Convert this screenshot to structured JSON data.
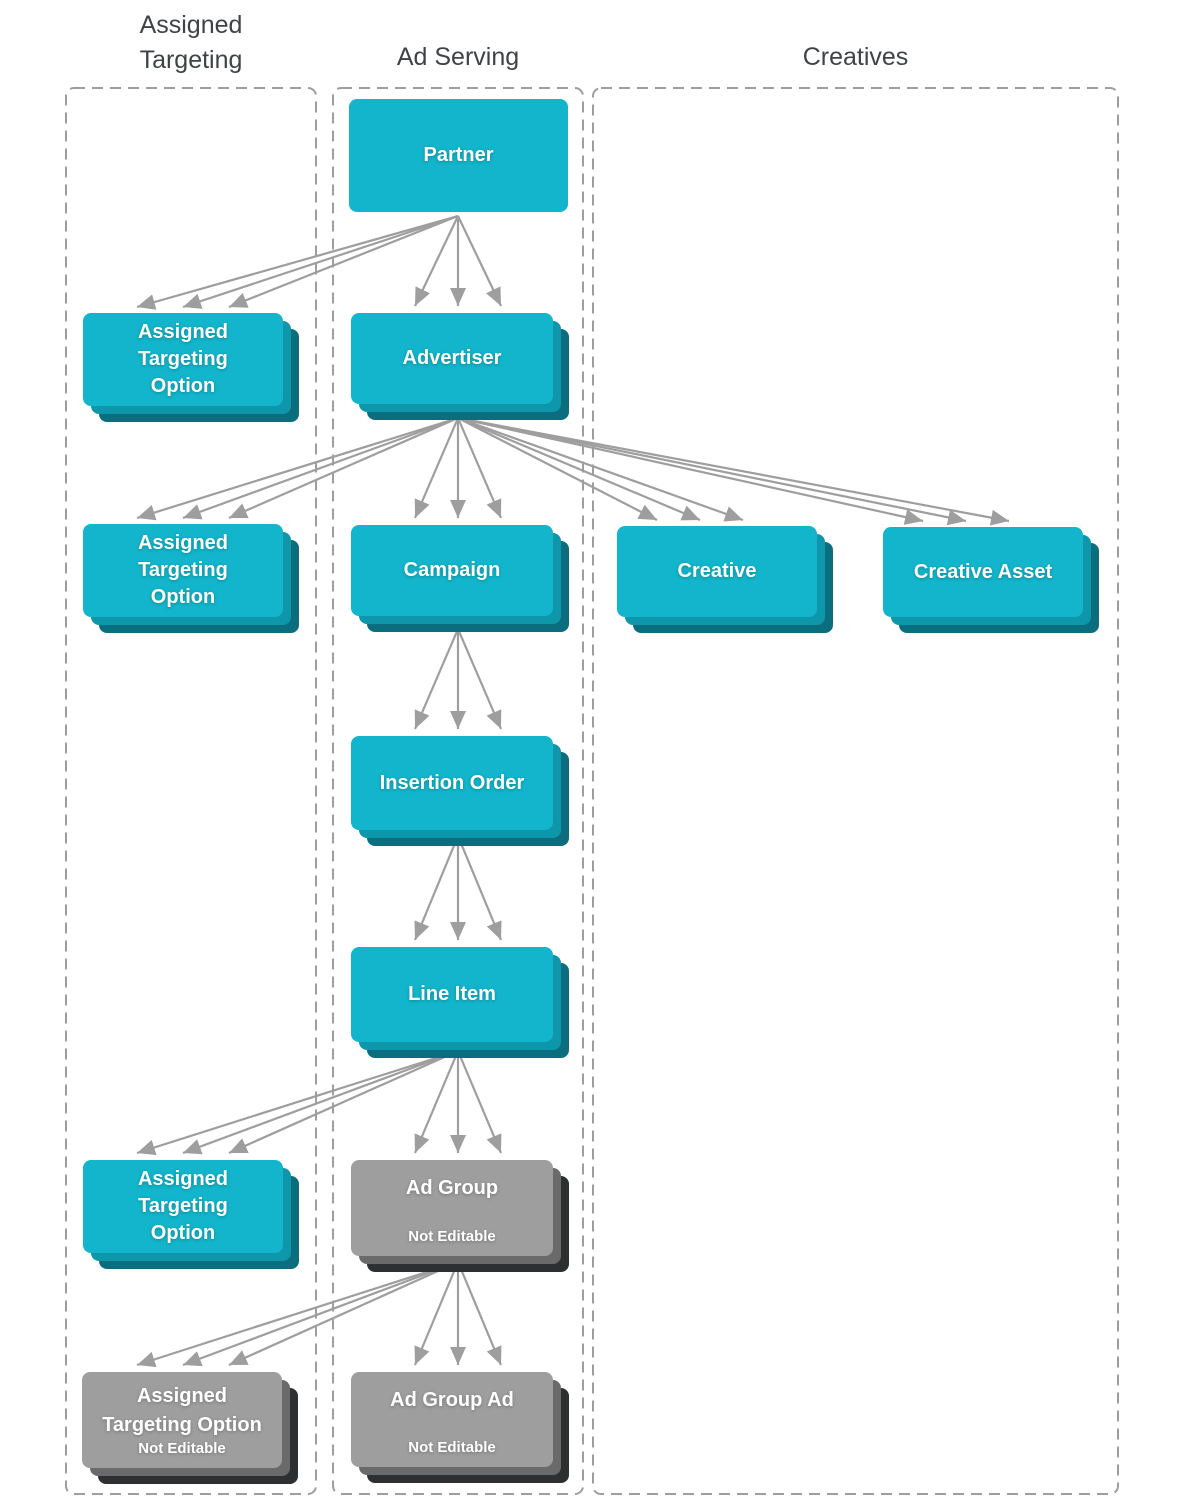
{
  "columns": {
    "assigned_targeting": {
      "title": "Assigned\nTargeting"
    },
    "ad_serving": {
      "title": "Ad Serving"
    },
    "creatives": {
      "title": "Creatives"
    }
  },
  "nodes": {
    "partner": {
      "label": "Partner"
    },
    "ato_partner": {
      "line1": "Assigned",
      "line2": "Targeting",
      "line3": "Option"
    },
    "advertiser": {
      "label": "Advertiser"
    },
    "ato_advertiser": {
      "line1": "Assigned",
      "line2": "Targeting",
      "line3": "Option"
    },
    "campaign": {
      "label": "Campaign"
    },
    "creative": {
      "label": "Creative"
    },
    "creative_asset": {
      "label": "Creative Asset"
    },
    "insertion_order": {
      "label": "Insertion Order"
    },
    "line_item": {
      "label": "Line Item"
    },
    "ato_line_item": {
      "line1": "Assigned",
      "line2": "Targeting",
      "line3": "Option"
    },
    "ad_group": {
      "label": "Ad Group",
      "sublabel": "Not Editable"
    },
    "ato_ad_group": {
      "line1": "Assigned",
      "line2": "Targeting Option",
      "sublabel": "Not Editable"
    },
    "ad_group_ad": {
      "label": "Ad Group Ad",
      "sublabel": "Not Editable"
    }
  },
  "edges": [
    {
      "from": "Partner",
      "to": "Assigned Targeting Option",
      "cardinality": "one-to-many"
    },
    {
      "from": "Partner",
      "to": "Advertiser",
      "cardinality": "one-to-many"
    },
    {
      "from": "Advertiser",
      "to": "Assigned Targeting Option",
      "cardinality": "one-to-many"
    },
    {
      "from": "Advertiser",
      "to": "Campaign",
      "cardinality": "one-to-many"
    },
    {
      "from": "Advertiser",
      "to": "Creative",
      "cardinality": "one-to-many"
    },
    {
      "from": "Advertiser",
      "to": "Creative Asset",
      "cardinality": "one-to-many"
    },
    {
      "from": "Campaign",
      "to": "Insertion Order",
      "cardinality": "one-to-many"
    },
    {
      "from": "Insertion Order",
      "to": "Line Item",
      "cardinality": "one-to-many"
    },
    {
      "from": "Line Item",
      "to": "Assigned Targeting Option",
      "cardinality": "one-to-many"
    },
    {
      "from": "Line Item",
      "to": "Ad Group",
      "cardinality": "one-to-many"
    },
    {
      "from": "Ad Group",
      "to": "Assigned Targeting Option (Not Editable)",
      "cardinality": "one-to-many"
    },
    {
      "from": "Ad Group",
      "to": "Ad Group Ad",
      "cardinality": "one-to-many"
    }
  ],
  "colors": {
    "entity_teal": "#12B5CB",
    "entity_teal_shadow1": "#0E96AB",
    "entity_teal_shadow2": "#0A6E7E",
    "entity_gray": "#9E9E9E",
    "entity_gray_shadow1": "#6A6A6A",
    "entity_gray_shadow2": "#2E2F31",
    "connector_gray": "#9E9E9E",
    "heading_text": "#3F4347"
  }
}
